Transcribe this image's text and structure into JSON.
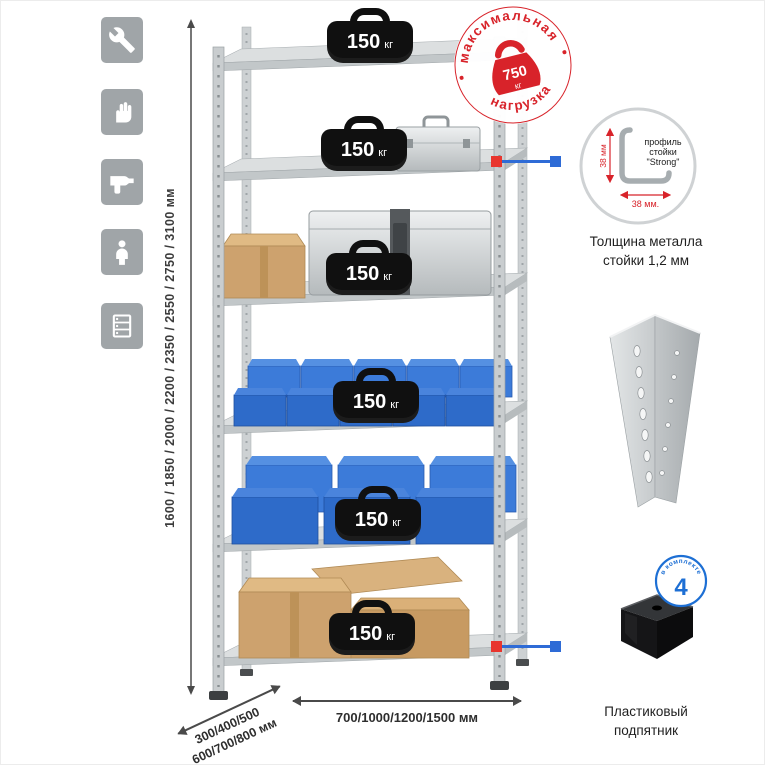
{
  "colors": {
    "accent_red": "#d8232a",
    "accent_blue": "#1d6fd4",
    "marker_red": "#e8352e",
    "marker_blue": "#2e6bd6",
    "bin_blue": "#2e6bc9",
    "metal_gray": "#c9cdcf",
    "icon_tile_gray": "#a0a5a8",
    "cardboard_tan": "#cda26e"
  },
  "feature_icons": [
    {
      "name": "wrench-icon"
    },
    {
      "name": "work-glove-icon"
    },
    {
      "name": "drill-icon"
    },
    {
      "name": "person-icon"
    },
    {
      "name": "rack-post-icon"
    }
  ],
  "dimensions": {
    "height_label": "1600 / 1850 / 2000 / 2200 / 2350 / 2550 / 2750 / 3100 мм",
    "depth_label": "300/400/500\n600/700/800 мм",
    "width_label": "700/1000/1200/1500 мм"
  },
  "shelves": [
    {
      "value": "150",
      "unit": "кг"
    },
    {
      "value": "150",
      "unit": "кг"
    },
    {
      "value": "150",
      "unit": "кг"
    },
    {
      "value": "150",
      "unit": "кг"
    },
    {
      "value": "150",
      "unit": "кг"
    },
    {
      "value": "150",
      "unit": "кг"
    }
  ],
  "stamp": {
    "arc_top": "максимальная",
    "arc_bottom": "нагрузка",
    "weight_value": "750",
    "weight_unit": "кг"
  },
  "profile_detail": {
    "dim_vertical": "38 мм",
    "dim_horizontal": "38 мм.",
    "label_line1": "профиль",
    "label_line2": "стойки",
    "label_line3": "\"Strong\"",
    "caption": "Толщина металла\nстойки 1,2 мм"
  },
  "foot_detail": {
    "badge_value": "4",
    "badge_text": "в комплекте",
    "caption": "Пластиковый\nподпятник"
  }
}
